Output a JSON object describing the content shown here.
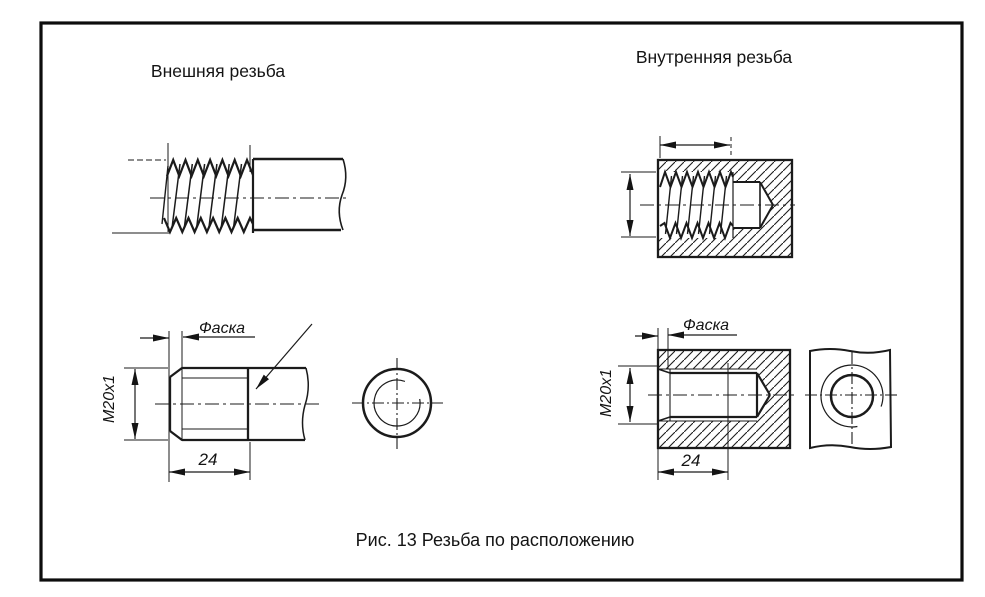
{
  "figure": {
    "caption": "Рис. 13 Резьба по расположению"
  },
  "panels": {
    "external": {
      "title": "Внешняя резьба",
      "chamfer_label": "Фаска",
      "thread_label": "M20x1",
      "length_label": "24"
    },
    "internal": {
      "title": "Внутренняя резьба",
      "chamfer_label": "Фаска",
      "thread_label": "M20x1",
      "length_label": "24"
    }
  }
}
